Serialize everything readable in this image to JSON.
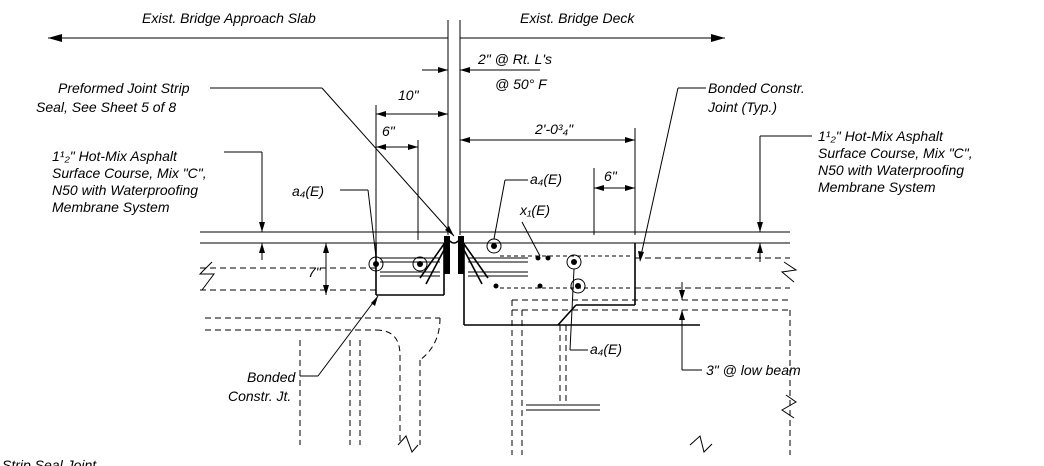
{
  "labels": {
    "approach_slab": "Exist. Bridge Approach Slab",
    "bridge_deck": "Exist. Bridge Deck",
    "gap_line1": "2\" @ Rt. L's",
    "gap_line2": "@ 50° F",
    "joint_strip_line1": "Preformed Joint Strip",
    "joint_strip_line2": "Seal, See Sheet 5 of 8",
    "bonded_joint_line1": "Bonded Constr.",
    "bonded_joint_line2": "Joint (Typ.)",
    "dim_10": "10\"",
    "dim_6_left": "6\"",
    "dim_6_right": "6\"",
    "dim_2ft": "2'-0³₄\"",
    "dim_7": "7\"",
    "hma_left_line1": "1¹₂\" Hot-Mix Asphalt",
    "hma_left_line2": "Surface Course, Mix \"C\",",
    "hma_left_line3": "N50 with Waterproofing",
    "hma_left_line4": "Membrane System",
    "hma_right_line1": "1¹₂\" Hot-Mix Asphalt",
    "hma_right_line2": "Surface Course, Mix \"C\",",
    "hma_right_line3": "N50 with Waterproofing",
    "hma_right_line4": "Membrane System",
    "bar_a4_left": "a₄(E)",
    "bar_a4_top": "a₄(E)",
    "bar_x1": "x₁(E)",
    "bar_a4_bottom": "a₄(E)",
    "bonded_jt_line1": "Bonded",
    "bonded_jt_line2": "Constr. Jt.",
    "low_beam": "3\" @ low beam",
    "footer_caption": "Strip Seal Joint"
  }
}
